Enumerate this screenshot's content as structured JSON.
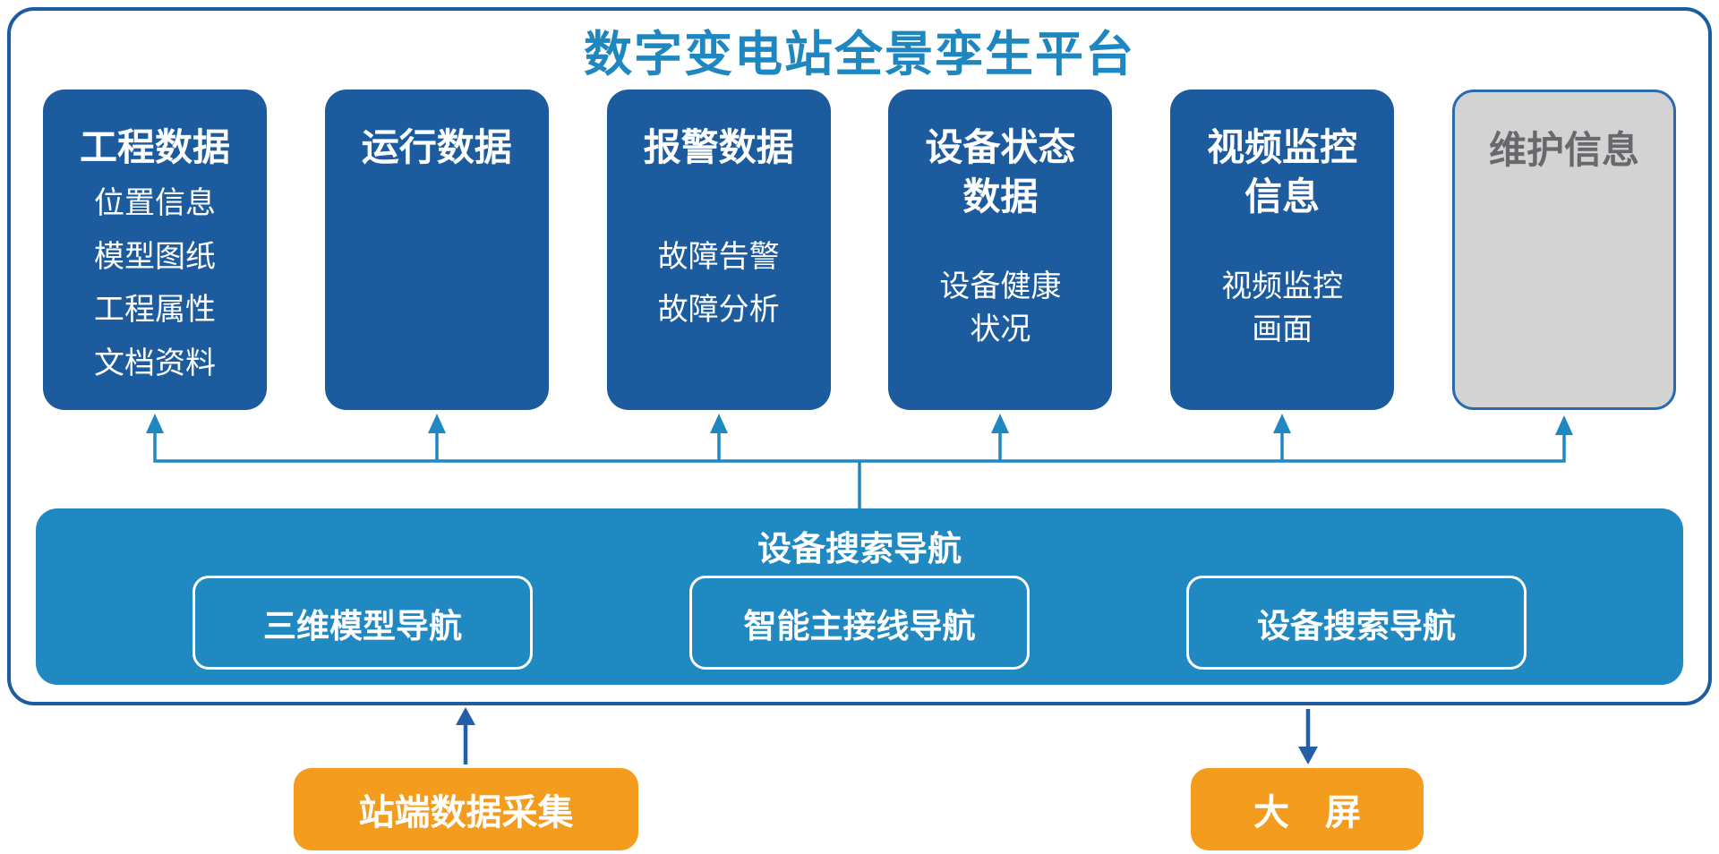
{
  "platform": {
    "title": "数字变电站全景孪生平台"
  },
  "data_boxes": [
    {
      "heading": "工程数据",
      "items": [
        "位置信息",
        "模型图纸",
        "工程属性",
        "文档资料"
      ]
    },
    {
      "heading": "运行数据",
      "items": []
    },
    {
      "heading": "报警数据",
      "items": [
        "故障告警",
        "故障分析"
      ]
    },
    {
      "heading": "设备状态\n数据",
      "items": [
        "设备健康\n状况"
      ]
    },
    {
      "heading": "视频监控\n信息",
      "items": [
        "视频监控\n画面"
      ]
    },
    {
      "heading": "维护信息",
      "items": []
    }
  ],
  "nav_bar": {
    "title": "设备搜索导航",
    "items": [
      "三维模型导航",
      "智能主接线导航",
      "设备搜索导航"
    ]
  },
  "bottom": {
    "source_label": "站端数据采集",
    "target_label": "大　屏"
  },
  "colors": {
    "title_blue": "#1e87c0",
    "box_blue": "#1c5b9d",
    "navbar_blue": "#2189c2",
    "connector_teal": "#2187c0",
    "endpoint_arrow_navy": "#235fa7",
    "orange": "#f39c1d",
    "gray_box_fill": "#d3d3d4",
    "gray_box_text": "#67696c",
    "outer_border": "#1d5c9e"
  }
}
